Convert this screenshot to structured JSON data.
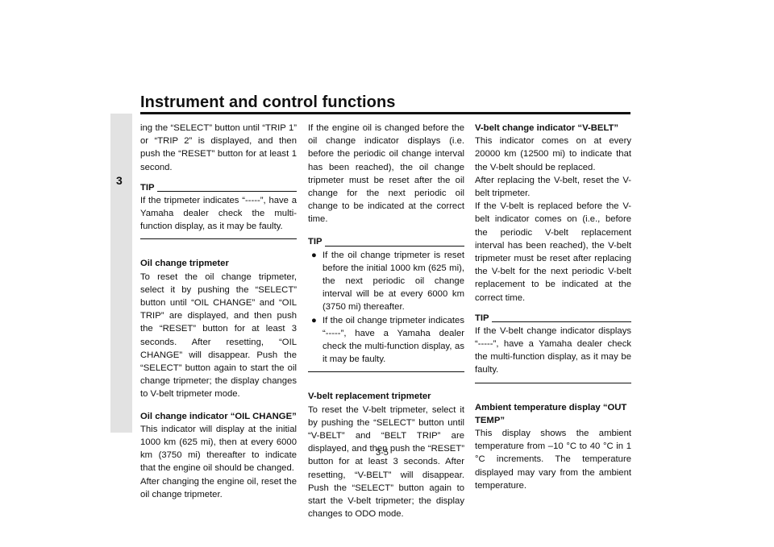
{
  "header": {
    "title": "Instrument and control functions"
  },
  "chapter": {
    "number": "3"
  },
  "page": {
    "number": "3-5"
  },
  "col1": {
    "intro": "ing the “SELECT” button until “TRIP 1” or “TRIP 2” is displayed, and then push the “RESET” button for at least 1 second.",
    "tip_label": "TIP",
    "tip_text": "If the tripmeter indicates “-----”, have a Yamaha dealer check the multi-function display, as it may be faulty.",
    "oil_tripmeter_heading": "Oil change tripmeter",
    "oil_tripmeter_text": "To reset the oil change tripmeter, select it by pushing the “SELECT” button until “OIL CHANGE” and “OIL TRIP” are displayed, and then push the “RESET” button for at least 3 seconds. After resetting, “OIL CHANGE” will disappear. Push the “SELECT” button again to start the oil change tripmeter; the display changes to V-belt tripmeter mode.",
    "oil_indicator_heading": "Oil change indicator “OIL CHANGE”",
    "oil_indicator_text": "This indicator will display at the initial 1000 km (625 mi), then at every 6000 km (3750 mi) thereafter to indicate that the engine oil should be changed.",
    "oil_indicator_text2": "After changing the engine oil, reset the oil change tripmeter."
  },
  "col2": {
    "intro": "If the engine oil is changed before the oil change indicator displays (i.e. before the periodic oil change interval has been reached), the oil change tripmeter must be reset after the oil change for the next periodic oil change to be indicated at the correct time.",
    "tip_label": "TIP",
    "tip_items": [
      "If the oil change tripmeter is reset before the initial 1000 km (625 mi), the next periodic oil change interval will be at every 6000 km (3750 mi) thereafter.",
      "If the oil change tripmeter indicates “-----”, have a Yamaha dealer check the multi-function display, as it may be faulty."
    ],
    "vbelt_tripmeter_heading": "V-belt replacement tripmeter",
    "vbelt_tripmeter_text": "To reset the V-belt tripmeter, select it by pushing the “SELECT” button until “V-BELT” and “BELT TRIP” are displayed, and then push the “RESET” button for at least 3 seconds. After resetting, “V-BELT” will disappear. Push the “SELECT” button again to start the V-belt tripmeter; the display changes to ODO mode."
  },
  "col3": {
    "vbelt_indicator_heading": "V-belt change indicator “V-BELT”",
    "vbelt_indicator_text": "This indicator comes on at every 20000 km (12500 mi) to indicate that the V-belt should be replaced.",
    "vbelt_indicator_text2": "After replacing the V-belt, reset the V-belt tripmeter.",
    "vbelt_indicator_text3": "If the V-belt is replaced before the V-belt indicator comes on (i.e., before the periodic V-belt replacement interval has been reached), the V-belt tripmeter must be reset after replacing the V-belt for the next periodic V-belt replacement to be indicated at the correct time.",
    "tip_label": "TIP",
    "tip_text": "If the V-belt change indicator displays “-----”, have a Yamaha dealer check the multi-function display, as it may be faulty.",
    "temp_heading": "Ambient temperature display “OUT TEMP”",
    "temp_text": "This display shows the ambient temperature from –10 °C to 40 °C in 1 °C increments. The temperature displayed may vary from the ambient temperature."
  },
  "bullet_glyph": "●"
}
